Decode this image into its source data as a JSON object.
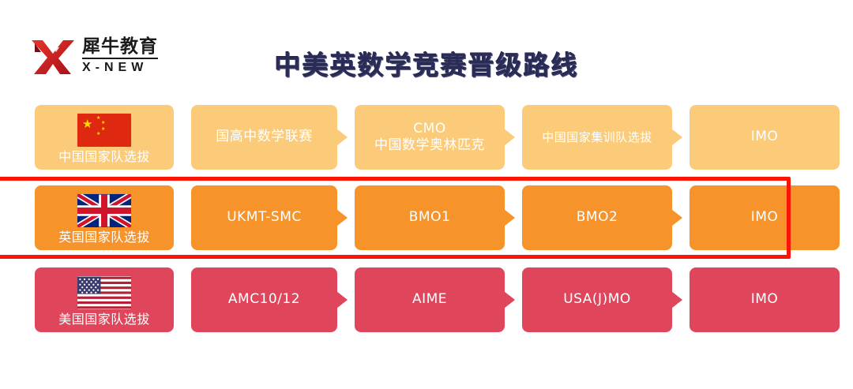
{
  "brand": {
    "logo_icon": "rhino-x-logo-icon",
    "name_cn": "犀牛教育",
    "name_en": "X-NEW"
  },
  "header": {
    "title": "中美英数学竞赛晋级路线"
  },
  "colors": {
    "title": "#2a2c55",
    "row_china": "#FBCB79",
    "row_uk": "#F7932B",
    "row_usa": "#E0465B",
    "highlight_border": "#FA1405",
    "flag_china_red": "#DE2910",
    "flag_china_yellow": "#FFDE00",
    "flag_uk_blue": "#00247D",
    "flag_uk_red": "#CF142B",
    "flag_usa_red": "#B22234",
    "flag_usa_blue": "#3C3B6E"
  },
  "chart_data": {
    "type": "diagram",
    "title": "中美英数学竞赛晋级路线",
    "rows": [
      {
        "id": "china",
        "flag_icon": "flag-china-icon",
        "label": "中国国家队选拔",
        "color": "#FBCB79",
        "highlighted": false,
        "steps": [
          "国高中数学联赛",
          "CMO\n中国数学奥林匹克",
          "中国国家集训队选拔",
          "IMO"
        ]
      },
      {
        "id": "uk",
        "flag_icon": "flag-uk-icon",
        "label": "英国国家队选拔",
        "color": "#F7932B",
        "highlighted": true,
        "steps": [
          "UKMT-SMC",
          "BMO1",
          "BMO2",
          "IMO"
        ]
      },
      {
        "id": "usa",
        "flag_icon": "flag-usa-icon",
        "label": "美国国家队选拔",
        "color": "#E0465B",
        "highlighted": false,
        "steps": [
          "AMC10/12",
          "AIME",
          "USA(J)MO",
          "IMO"
        ]
      }
    ]
  },
  "rows": {
    "china": {
      "label": "中国国家队选拔",
      "step1": "国高中数学联赛",
      "step2_line1": "CMO",
      "step2_line2": "中国数学奥林匹克",
      "step3": "中国国家集训队选拔",
      "step4": "IMO"
    },
    "uk": {
      "label": "英国国家队选拔",
      "step1": "UKMT-SMC",
      "step2": "BMO1",
      "step3": "BMO2",
      "step4": "IMO"
    },
    "usa": {
      "label": "美国国家队选拔",
      "step1": "AMC10/12",
      "step2": "AIME",
      "step3": "USA(J)MO",
      "step4": "IMO"
    }
  }
}
